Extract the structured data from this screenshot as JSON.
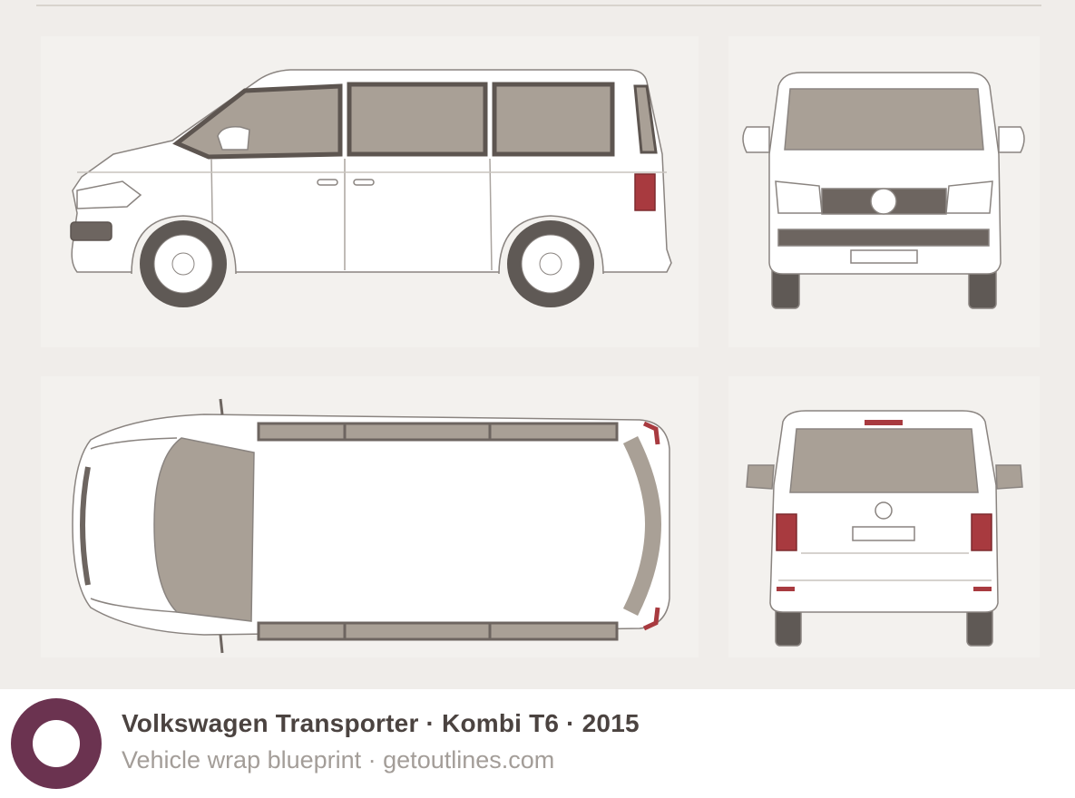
{
  "footer": {
    "title": "Volkswagen Transporter · Kombi T6 · 2015",
    "subtitle": "Vehicle wrap blueprint · getoutlines.com"
  },
  "colors": {
    "background": "#f0edea",
    "panel": "#f3f1ee",
    "body_paint": "#ffffff",
    "glass": "#a9a096",
    "trim": "#6d6560",
    "tail_light": "#a83a3f",
    "logo": "#6b3350"
  },
  "views": [
    {
      "id": "side-view"
    },
    {
      "id": "front-view"
    },
    {
      "id": "top-view"
    },
    {
      "id": "rear-view"
    }
  ]
}
